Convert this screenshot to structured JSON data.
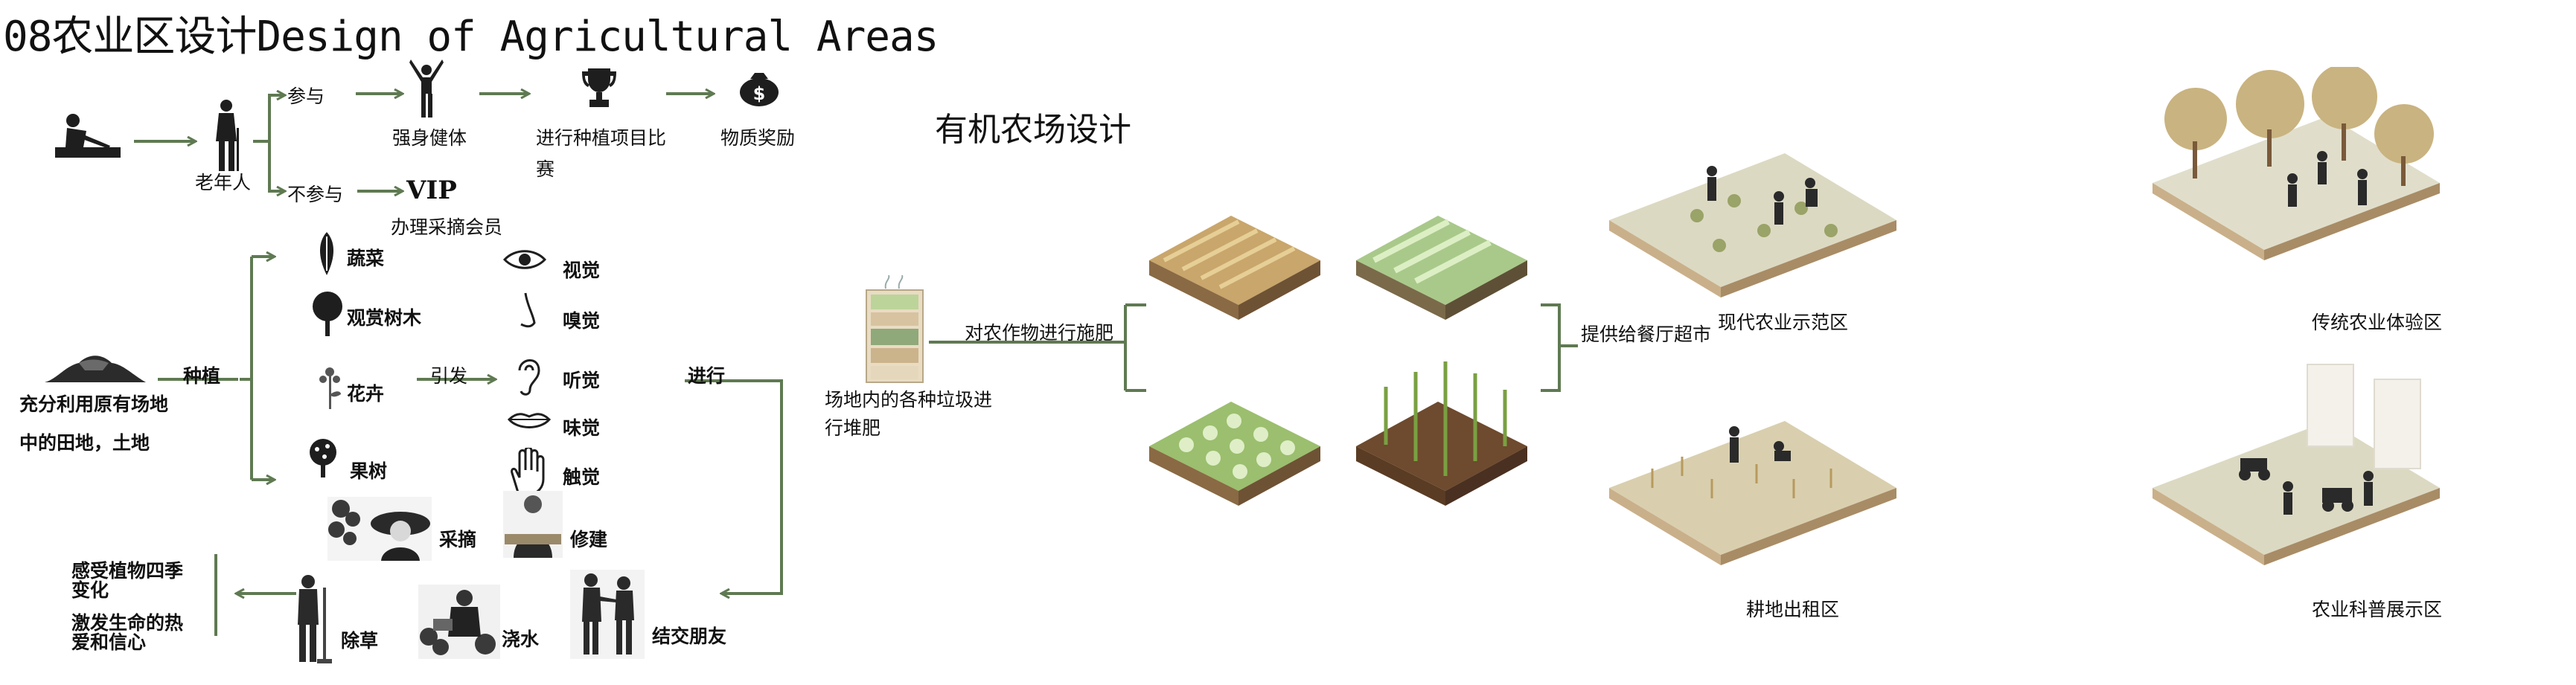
{
  "title": "08农业区设计Design of Agricultural Areas",
  "elderly_flow": {
    "elder": "老年人",
    "participate": "参与",
    "not_participate": "不参与",
    "fitness": "强身健体",
    "contest_line1": "进行种植项目比",
    "contest_line2": "赛",
    "reward": "物质奖励",
    "vip": "VIP",
    "member": "办理采摘会员"
  },
  "planting_flow": {
    "land_line1": "充分利用原有场地",
    "land_line2": "中的田地，土地",
    "plant": "种植",
    "vegetables": "蔬菜",
    "trees": "观赏树木",
    "flowers": "花卉",
    "fruit_trees": "果树",
    "trigger": "引发",
    "sight": "视觉",
    "smell": "嗅觉",
    "hearing": "听觉",
    "taste": "味觉",
    "touch": "触觉",
    "proceed": "进行",
    "picking": "采摘",
    "building": "修建",
    "friends": "结交朋友",
    "watering": "浇水",
    "weeding": "除草",
    "feel_line1": "感受植物四季",
    "feel_line2": "变化",
    "inspire_line1": "激发生命的热",
    "inspire_line2": "爱和信心"
  },
  "organic_farm": {
    "heading": "有机农场设计",
    "compost_line1": "场地内的各种垃圾进",
    "compost_line2": "行堆肥",
    "fertilize": "对农作物进行施肥",
    "supply": "提供给餐厅超市"
  },
  "zones": {
    "modern": "现代农业示范区",
    "traditional": "传统农业体验区",
    "rental": "耕地出租区",
    "science": "农业科普展示区"
  },
  "colors": {
    "arrow": "#5f7a52",
    "ground_top": "#dcd9c2",
    "ground_side": "#c9b08a",
    "silhouette": "#1e1e1e"
  }
}
